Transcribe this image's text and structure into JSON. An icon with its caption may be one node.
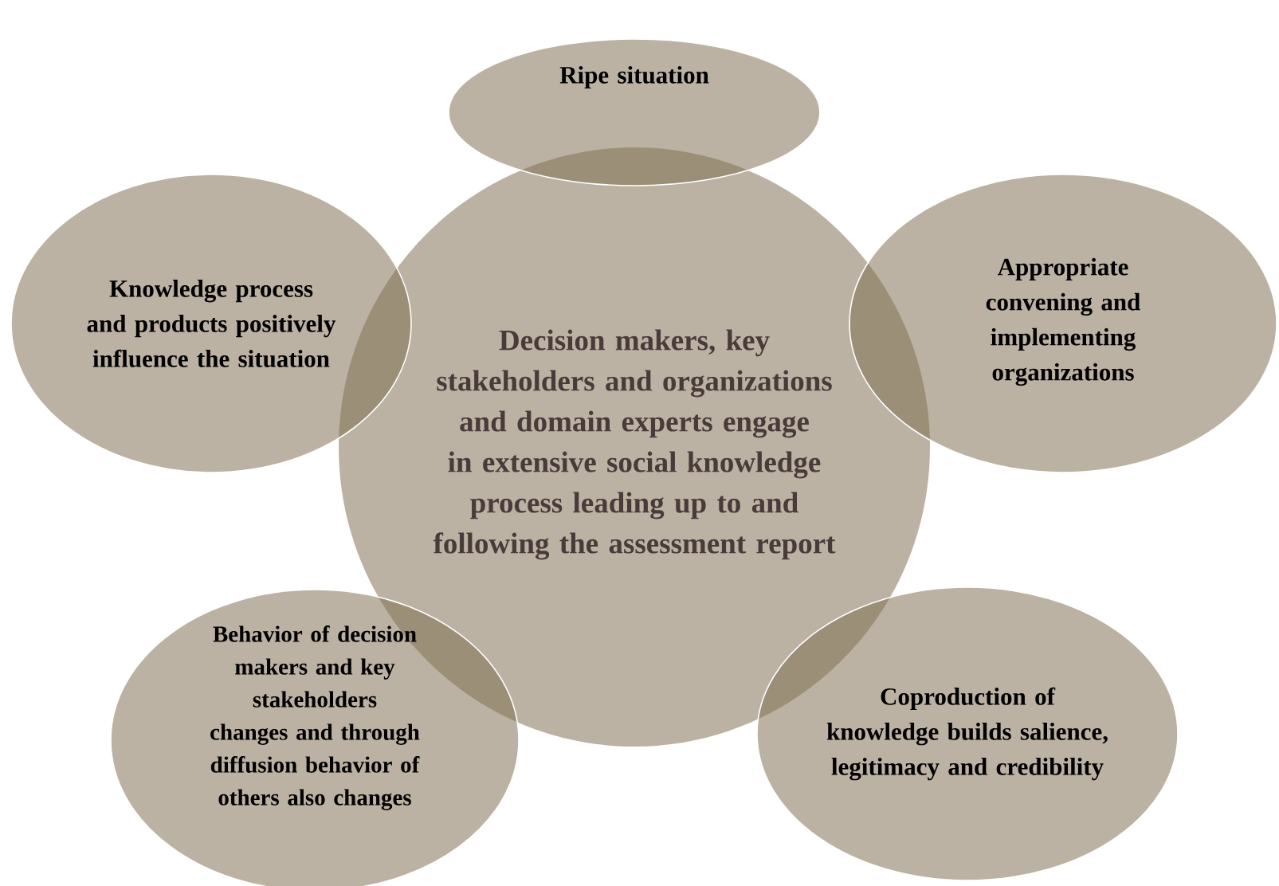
{
  "diagram": {
    "nodes": [
      {
        "text": [
          "Ripe situation"
        ]
      },
      {
        "text": [
          "Knowledge process and products positively influence the situation"
        ]
      },
      {
        "text": [
          "Decision makers, key stakeholders and organizations and domain experts engage in extensive social knowledge process leading up to and following the assessment report"
        ]
      },
      {
        "text": [
          "Appropriate convening and implementing organizations"
        ]
      },
      {
        "text": [
          "Behavior of decision makers and key stakeholders changes and through diffusion behavior of others also changes"
        ]
      },
      {
        "text": [
          "Coproduction of knowledge builds salience, legitimacy and credibility"
        ]
      }
    ]
  }
}
